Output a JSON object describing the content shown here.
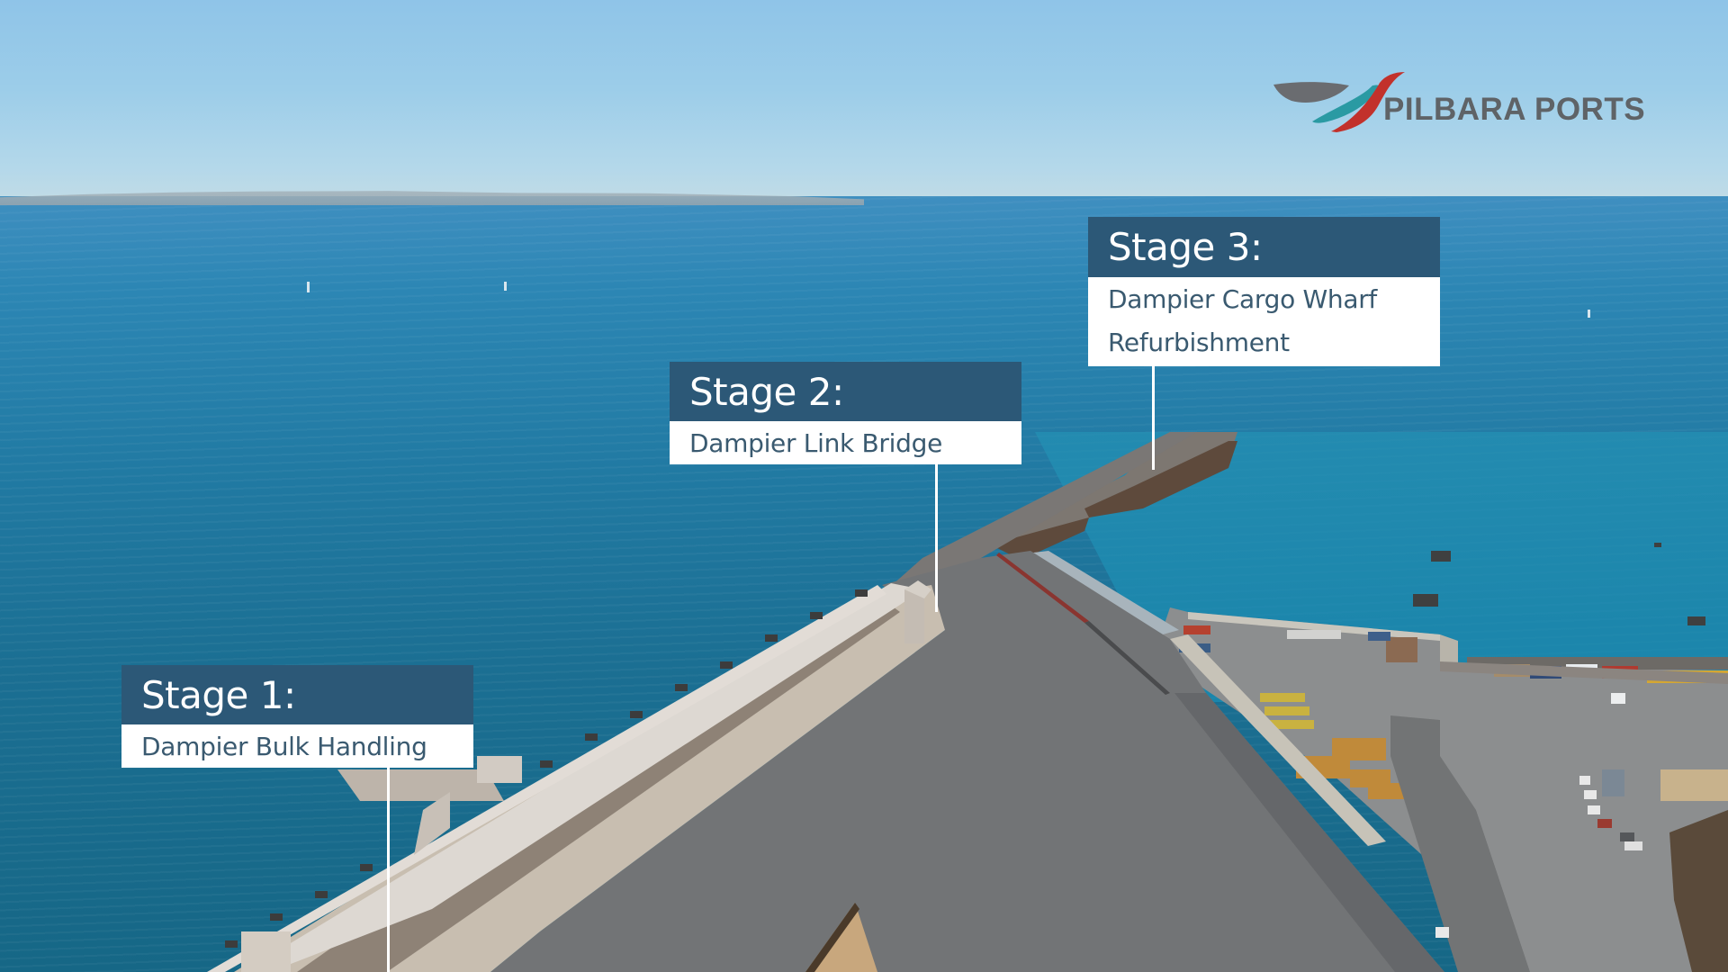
{
  "brand": {
    "name": "PILBARA PORTS",
    "icon": "pilbara-ports-swoosh-logo",
    "colors": {
      "gray": "#6a6c70",
      "teal": "#2a9aa3",
      "red": "#c2312b",
      "text": "#5f6367"
    }
  },
  "stages": [
    {
      "title": "Stage 1:",
      "description": "Dampier Bulk Handling"
    },
    {
      "title": "Stage 2:",
      "description": "Dampier Link Bridge"
    },
    {
      "title": "Stage 3:",
      "description_line1": "Dampier Cargo Wharf",
      "description_line2": "Refurbishment"
    }
  ],
  "colors": {
    "label_header": "#2c5877",
    "label_body": "#ffffff",
    "label_text": "#3a5a70",
    "sea": "#1b6f93",
    "sky": "#8fc4e8",
    "deck": "#737577"
  }
}
